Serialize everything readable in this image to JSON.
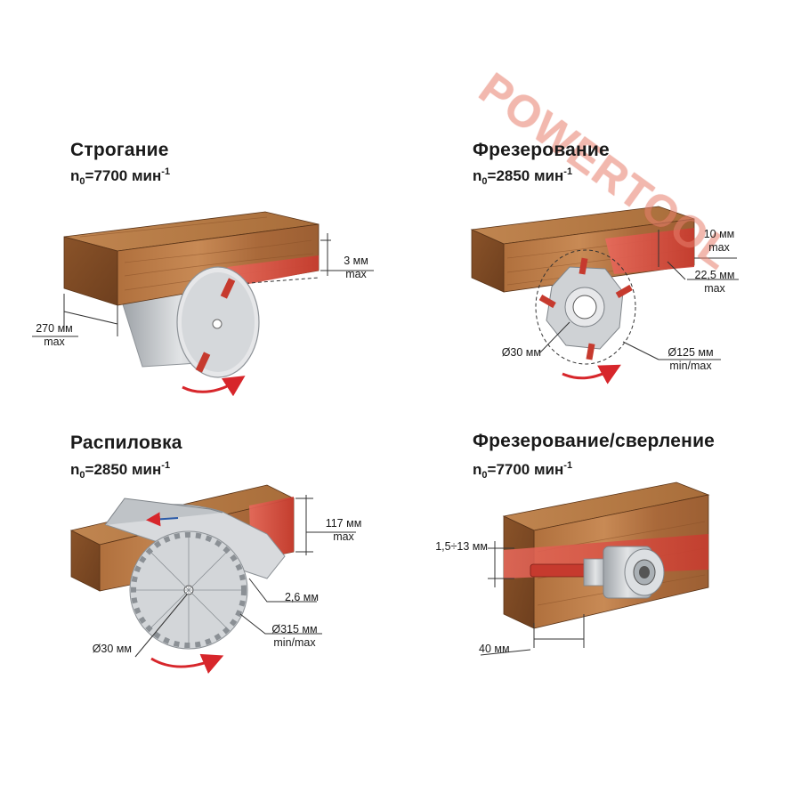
{
  "watermark": "POWERTOOL",
  "colors": {
    "wood_light": "#c88a55",
    "wood_mid": "#a9693a",
    "wood_dark": "#7a4722",
    "cut_red": "#d9483a",
    "blade": "#c9ccd0",
    "arrow": "#d7262b"
  },
  "panels": {
    "planing": {
      "title": "Строгание",
      "rpm_prefix": "n",
      "rpm_sub": "0",
      "rpm_value": "=7700 мин",
      "rpm_sup": "-1",
      "dim_depth_value": "3 мм",
      "dim_depth_label": "max",
      "dim_width_value": "270 мм",
      "dim_width_label": "max"
    },
    "milling": {
      "title": "Фрезерование",
      "rpm_prefix": "n",
      "rpm_sub": "0",
      "rpm_value": "=2850 мин",
      "rpm_sup": "-1",
      "dim_height_value": "10 мм",
      "dim_height_label": "max",
      "dim_depth_value": "22,5 мм",
      "dim_depth_label": "max",
      "dim_bore": "Ø30 мм",
      "dim_diameter_value": "Ø125 мм",
      "dim_diameter_label": "min/max"
    },
    "sawing": {
      "title": "Распиловка",
      "rpm_prefix": "n",
      "rpm_sub": "0",
      "rpm_value": "=2850 мин",
      "rpm_sup": "-1",
      "dim_cut_value": "117 мм",
      "dim_cut_label": "max",
      "dim_kerf": "2,6 мм",
      "dim_bore": "Ø30 мм",
      "dim_diameter_value": "Ø315 мм",
      "dim_diameter_label": "min/max"
    },
    "drilling": {
      "title": "Фрезерование/сверление",
      "rpm_prefix": "n",
      "rpm_sub": "0",
      "rpm_value": "=7700 мин",
      "rpm_sup": "-1",
      "dim_bit": "1,5÷13 мм",
      "dim_depth": "40 мм"
    }
  }
}
